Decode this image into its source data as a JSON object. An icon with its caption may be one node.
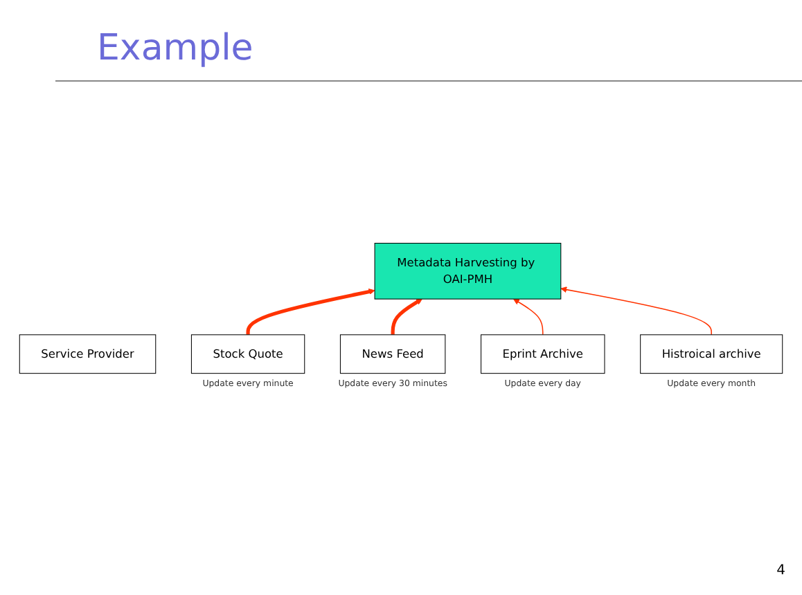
{
  "diagram": {
    "title": "Example",
    "nodes": [
      {
        "text": [
          "Service Provider"
        ]
      },
      {
        "text": [
          "Metadata Harvesting by OAI-PMH"
        ]
      },
      {
        "text": [
          "Stock Quote"
        ],
        "beside": [
          "Update every minute"
        ]
      },
      {
        "text": [
          "News Feed"
        ],
        "beside": [
          "Update every 30 minutes"
        ]
      },
      {
        "text": [
          "Eprint Archive"
        ],
        "beside": [
          "Update every day"
        ]
      },
      {
        "text": [
          "Histroical archive"
        ],
        "beside": [
          "Update every month"
        ]
      }
    ],
    "edges": [
      {
        "from": 2,
        "to": 1,
        "arrow": "to",
        "style": "thick",
        "color": "#ff3300"
      },
      {
        "from": 3,
        "to": 1,
        "arrow": "to",
        "style": "thick",
        "color": "#ff3300"
      },
      {
        "from": 4,
        "to": 1,
        "arrow": "to",
        "color": "#ff3300"
      },
      {
        "from": 5,
        "to": 1,
        "arrow": "to",
        "color": "#ff3300"
      }
    ],
    "labels": [
      "4"
    ]
  }
}
